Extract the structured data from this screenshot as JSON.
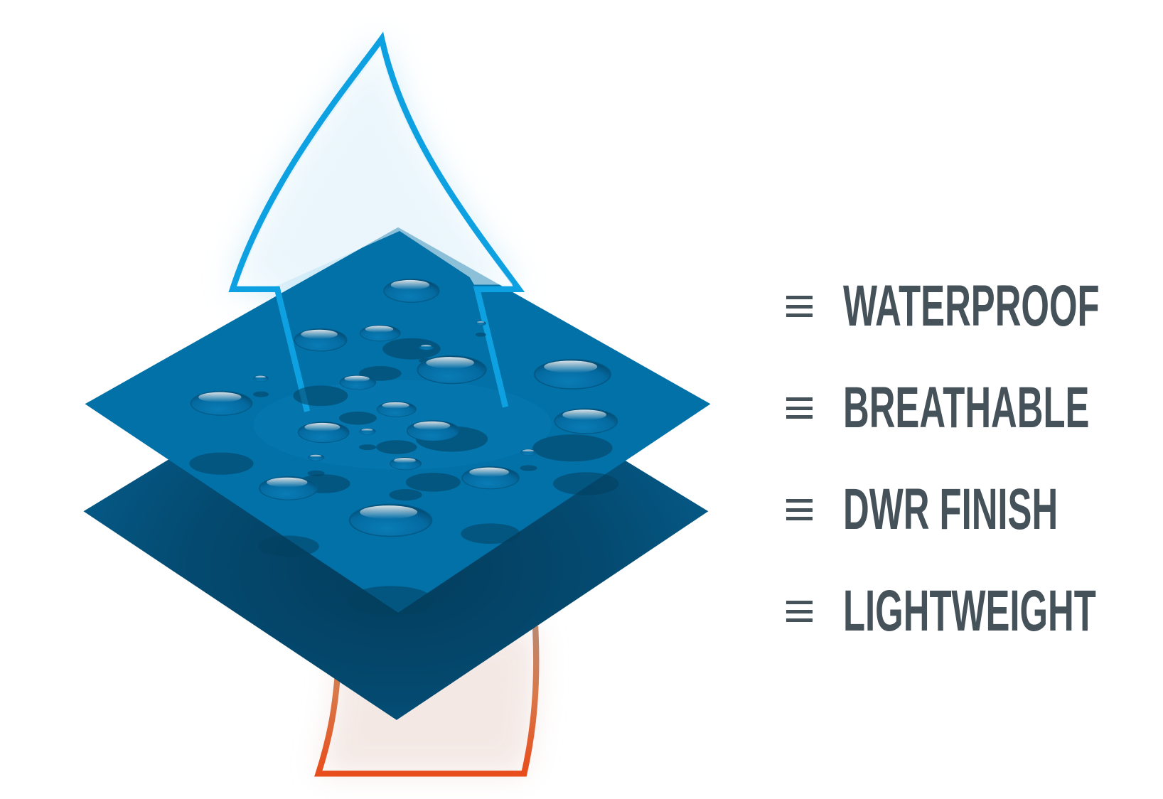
{
  "colors": {
    "text": "#46525a",
    "top_layer": "#0271a8",
    "bottom_layer": "#054d75",
    "vapor_arrow": "#0ea1e2",
    "vapor_glow": "#cdeaf8",
    "heat_arrow_bottom": "#e84d1c",
    "heat_arrow_top": "#b98a72",
    "background": "#ffffff"
  },
  "illustration": {
    "description": "Two stacked fabric layers with water droplets; blue vapor arrow rising, orange heat arrow beneath",
    "droplet_count": 21
  },
  "features": [
    {
      "icon": "menu-lines-icon",
      "label": "WATERPROOF"
    },
    {
      "icon": "menu-lines-icon",
      "label": "BREATHABLE"
    },
    {
      "icon": "menu-lines-icon",
      "label": "DWR FINISH"
    },
    {
      "icon": "menu-lines-icon",
      "label": "LIGHTWEIGHT"
    }
  ]
}
